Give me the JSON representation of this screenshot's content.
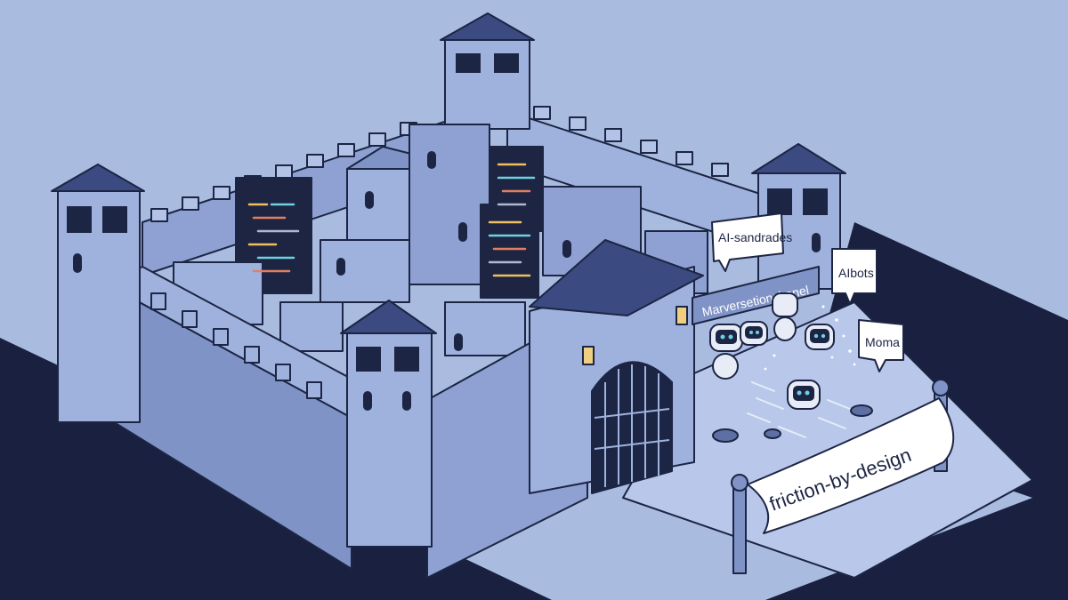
{
  "scene": {
    "banner_text": "friction-by-design",
    "gate_sign": "Marversetionchanel",
    "bubbles": [
      {
        "text": "AI-sandrades"
      },
      {
        "text": "AIbots"
      },
      {
        "text": "Moma"
      }
    ]
  },
  "colors": {
    "sky": "#a9bce0",
    "ground": "#1a2140",
    "wall_light": "#9fb2dd",
    "wall_mid": "#7f93c6",
    "wall_dark": "#5e6fa3",
    "roof": "#3b4a80",
    "outline": "#1c2544",
    "courtyard": "#b9c7ea",
    "code_panel": "#1e2543"
  },
  "icons": [
    "robot-icon",
    "lantern-icon",
    "gate-icon",
    "speech-bubble-icon",
    "banner-icon"
  ]
}
